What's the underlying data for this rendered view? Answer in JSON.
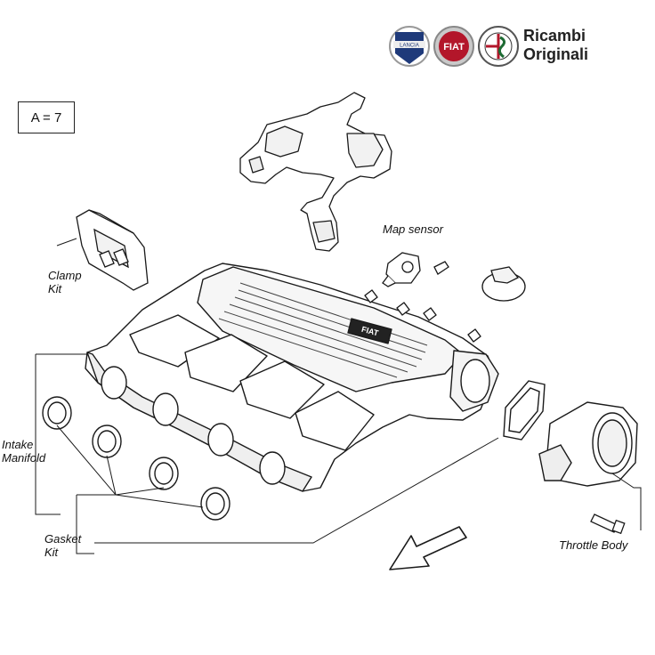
{
  "header": {
    "brand_line1": "Ricambi",
    "brand_line2": "Originali",
    "logos": [
      "lancia-logo",
      "fiat-logo",
      "alfa-romeo-logo"
    ]
  },
  "scale": "A = 7",
  "labels": {
    "map_sensor": "Map sensor",
    "clamp_kit_1": "Clamp",
    "clamp_kit_2": "Kit",
    "intake_manifold_1": "Intake",
    "intake_manifold_2": "Manifold",
    "gasket_kit_1": "Gasket",
    "gasket_kit_2": "Kit",
    "throttle_body": "Throttle Body"
  },
  "manifold_badge": "FIAT",
  "colors": {
    "line": "#1a1a1a",
    "part_fill": "#ffffff",
    "shade": "#e6e6e6",
    "lancia_blue": "#1f3a7a",
    "fiat_red": "#b3162a",
    "alfa_green": "#1e6b34"
  }
}
